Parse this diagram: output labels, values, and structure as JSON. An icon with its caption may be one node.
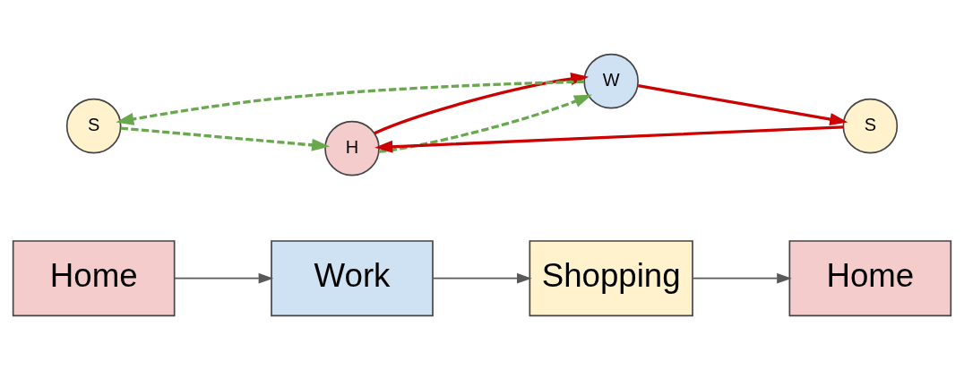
{
  "diagram": {
    "nodes": [
      {
        "text": [
          "Home"
        ]
      },
      {
        "text": [
          "Work"
        ]
      },
      {
        "text": [
          "Shopping"
        ]
      },
      {
        "text": [
          "Home"
        ]
      },
      {
        "text": [
          "S"
        ]
      },
      {
        "text": [
          "H"
        ]
      },
      {
        "text": [
          "W"
        ]
      },
      {
        "text": [
          "S"
        ]
      }
    ],
    "edges": [
      {
        "from": 0,
        "to": 1,
        "arrow": "to",
        "color": "#595959"
      },
      {
        "from": 1,
        "to": 2,
        "arrow": "to",
        "color": "#595959"
      },
      {
        "from": 2,
        "to": 3,
        "arrow": "to",
        "color": "#595959"
      },
      {
        "from": 4,
        "to": 5,
        "arrow": "to",
        "style": "dashed",
        "color": "#6aa84f"
      },
      {
        "from": 5,
        "to": 6,
        "arrow": "to",
        "style": "dashed",
        "color": "#6aa84f"
      },
      {
        "from": 6,
        "to": 4,
        "arrow": "to",
        "style": "dashed",
        "color": "#6aa84f"
      },
      {
        "from": 5,
        "to": 6,
        "arrow": "to",
        "color": "#cc0000"
      },
      {
        "from": 6,
        "to": 7,
        "arrow": "to",
        "color": "#cc0000"
      },
      {
        "from": 7,
        "to": 5,
        "arrow": "to",
        "color": "#cc0000"
      }
    ]
  }
}
